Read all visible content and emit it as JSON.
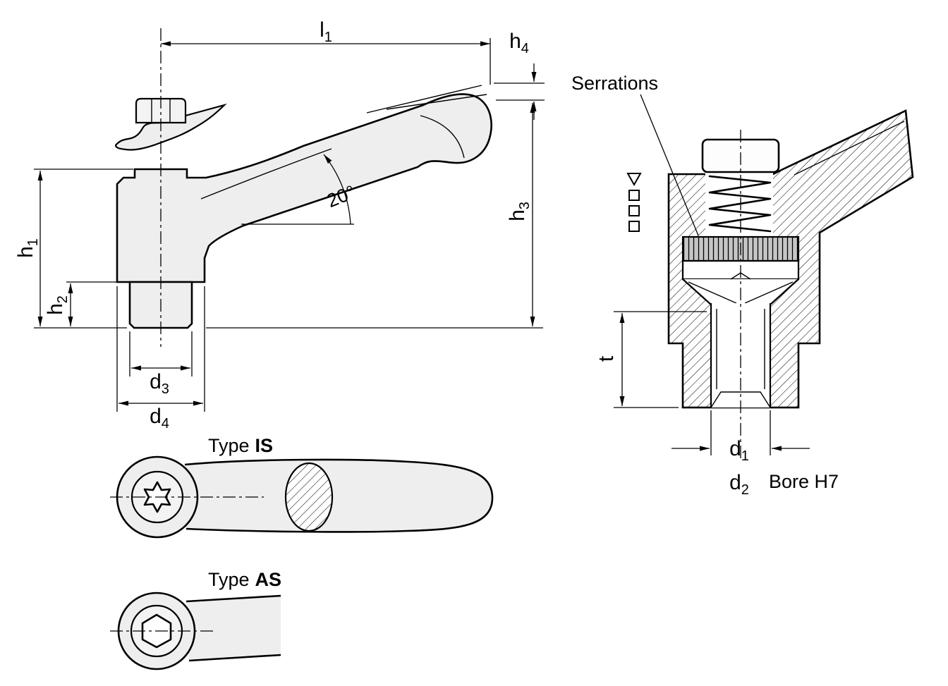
{
  "labels": {
    "serrations": "Serrations",
    "bore_note": "Bore H7",
    "angle": "20°",
    "type_is": {
      "prefix": "Type",
      "bold": "IS"
    },
    "type_as": {
      "prefix": "Type",
      "bold": "AS"
    }
  },
  "dims": {
    "l1": {
      "base": "l",
      "sub": "1"
    },
    "h1": {
      "base": "h",
      "sub": "1"
    },
    "h2": {
      "base": "h",
      "sub": "2"
    },
    "h3": {
      "base": "h",
      "sub": "3"
    },
    "h4": {
      "base": "h",
      "sub": "4"
    },
    "d1": {
      "base": "d",
      "sub": "1"
    },
    "d2": {
      "base": "d",
      "sub": "2"
    },
    "d3": {
      "base": "d",
      "sub": "3"
    },
    "d4": {
      "base": "d",
      "sub": "4"
    },
    "t": {
      "base": "t",
      "sub": ""
    }
  },
  "colors": {
    "line": "#000000",
    "body_fill": "#eeeeee",
    "socket_fill": "#f3f3f3",
    "serration_fill": "#c6c6c6",
    "background": "#ffffff"
  }
}
